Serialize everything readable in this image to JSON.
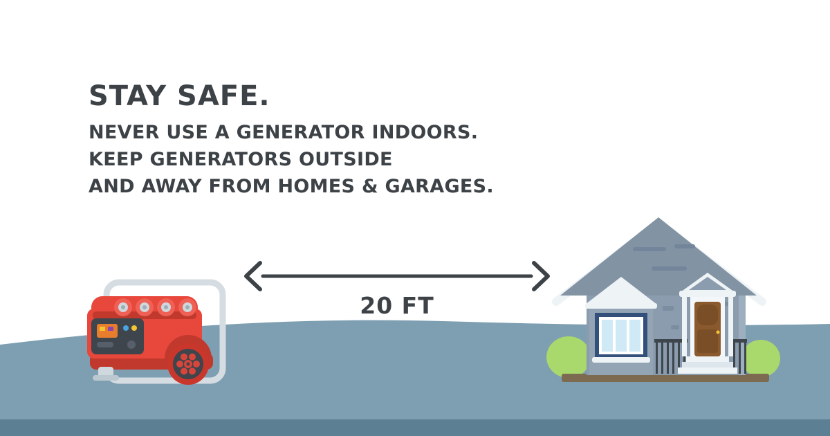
{
  "headline": "STAY SAFE.",
  "subtext_lines": [
    "NEVER USE A GENERATOR INDOORS.",
    "KEEP GENERATORS OUTSIDE",
    "AND AWAY FROM HOMES & GARAGES."
  ],
  "distance_label": "20 FT",
  "illustrations": {
    "left": "portable-generator",
    "right": "house-with-bushes",
    "arrow": "double-headed-distance-arrow"
  },
  "colors": {
    "text": "#3d4247",
    "ground": "#7e9fb1",
    "ground_shadow": "#5d7f94",
    "generator_red": "#e8473c",
    "generator_dark_red": "#c1392d",
    "generator_frame_gray": "#d6dde2",
    "panel_dark": "#3e454d",
    "house_wall": "#8b9cae",
    "roof_gray": "#8293a4",
    "trim_white": "#eef3f6",
    "window_glass": "#cfe9f7",
    "window_frame": "#33507b",
    "door_brown": "#8a5a2e",
    "bush_green": "#a9d86c",
    "base_brown": "#7d6b51"
  }
}
